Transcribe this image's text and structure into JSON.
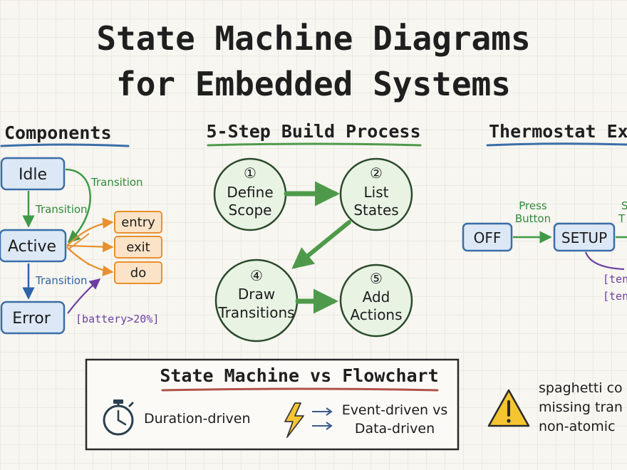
{
  "title": {
    "line1": "State Machine Diagrams",
    "line2": "for Embedded Systems"
  },
  "components": {
    "heading": "Components",
    "states": {
      "idle": "Idle",
      "active": "Active",
      "error": "Error"
    },
    "transition_label": "Transition",
    "actions": [
      "entry",
      "exit",
      "do"
    ],
    "guard": "[battery>20%]"
  },
  "build_process": {
    "heading": "5-Step Build Process",
    "steps": [
      {
        "num": "①",
        "line1": "Define",
        "line2": "Scope"
      },
      {
        "num": "②",
        "line1": "List",
        "line2": "States"
      },
      {
        "num": "④",
        "line1": "Draw",
        "line2": "Transitions"
      },
      {
        "num": "⑤",
        "line1": "Add",
        "line2": "Actions"
      }
    ]
  },
  "thermostat": {
    "heading": "Thermostat Ex",
    "states": {
      "off": "OFF",
      "setup": "SETUP"
    },
    "event_line1": "Press",
    "event_line2": "Button",
    "partial_label_1": "S",
    "partial_label_2": "T",
    "guard1": "[ten",
    "guard2": "[ten"
  },
  "comparison": {
    "heading": "State Machine vs Flowchart",
    "left": "Duration-driven",
    "right_line1": "Event-driven vs",
    "right_line2": "Data-driven"
  },
  "pitfalls": {
    "lines": [
      "spaghetti co",
      "missing tran",
      "non-atomic"
    ]
  },
  "colors": {
    "state_fill": "#dce8f5",
    "state_stroke": "#3a6ea8",
    "green": "#3f9a47",
    "blue": "#2f64a8",
    "orange": "#e8902e",
    "action_fill": "#fbe3c7",
    "purple": "#6b3fa0",
    "step_fill": "#e8f3e4",
    "step_stroke": "#2c4a2c",
    "warning_yellow": "#f5c531"
  }
}
